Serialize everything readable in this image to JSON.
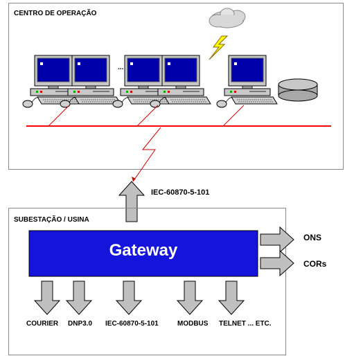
{
  "top_panel": {
    "title": "CENTRO DE OPERAÇÃO"
  },
  "workstations": {
    "ellipsis": "..."
  },
  "uplink": {
    "protocol": "IEC-60870-5-101"
  },
  "bottom_panel": {
    "title": "SUBESTAÇÃO  / USINA",
    "gateway_label": "Gateway",
    "outputs": [
      "ONS",
      "CORs"
    ],
    "protocols": [
      "COURIER",
      "DNP3.0",
      "IEC-60870-5-101",
      "MODBUS",
      "TELNET ... ETC."
    ]
  },
  "colors": {
    "gateway_fill": "#1414dc",
    "network_line": "#ff0000",
    "arrow_fill": "#c0c0c0",
    "monitor_body": "#c8c8c8",
    "screen": "#0000aa"
  },
  "icons": [
    "computer-icon",
    "cloud-icon",
    "lightning-icon",
    "disk-storage-icon"
  ]
}
